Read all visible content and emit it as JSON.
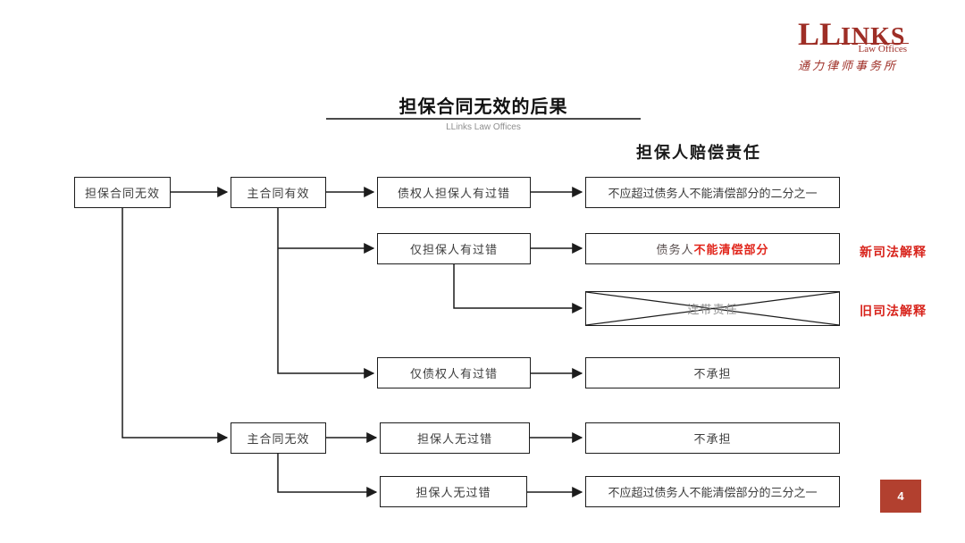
{
  "logo": {
    "mark_l": "LL",
    "mark_rest": "INKS",
    "subtitle": "Law Offices",
    "chinese": "通力律师事务所"
  },
  "header": {
    "title": "担保合同无效的后果",
    "subtitle": "LLinks Law Offices",
    "column_title": "担保人赔偿责任"
  },
  "flowchart": {
    "nodes": {
      "root": "担保合同无效",
      "mainValid": "主合同有效",
      "mainInvalid": "主合同无效",
      "bothFault": "债权人担保人有过错",
      "onlyGuarantor": "仅担保人有过错",
      "onlyCreditor": "仅债权人有过错",
      "guarantorNoFault1": "担保人无过错",
      "guarantorNoFault2": "担保人无过错",
      "resultHalf": "不应超过债务人不能清偿部分的二分之一",
      "unablePrefix": "债务人",
      "unableHighlight": "不能清偿部分",
      "jointLiability": "连带责任",
      "notLiable1": "不承担",
      "notLiable2": "不承担",
      "resultThird": "不应超过债务人不能清偿部分的三分之一"
    },
    "labels": {
      "new": "新司法解释",
      "old": "旧司法解释"
    }
  },
  "page_number": "4",
  "colors": {
    "brand_red": "#9e2e26",
    "accent_red": "#e1251b",
    "label_red": "#d8241c",
    "badge_red": "#b2402f",
    "line_color": "#1c1c1c"
  }
}
